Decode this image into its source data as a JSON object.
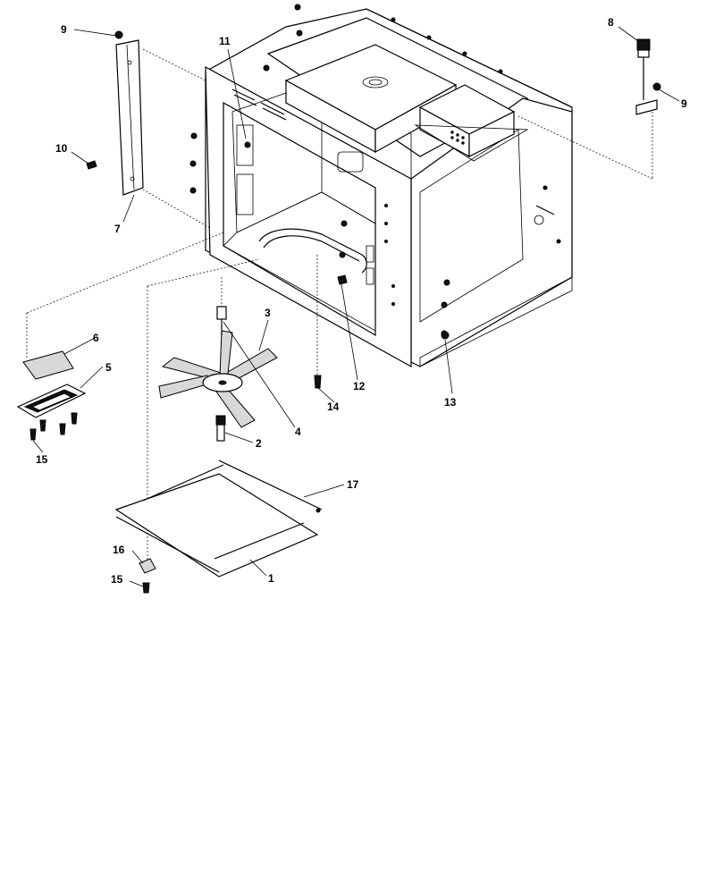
{
  "diagram": {
    "callouts": {
      "c1": "1",
      "c2": "2",
      "c3": "3",
      "c4": "4",
      "c5": "5",
      "c6": "6",
      "c7": "7",
      "c8": "8",
      "c9a": "9",
      "c9b": "9",
      "c10": "10",
      "c11": "11",
      "c12": "12",
      "c13": "13",
      "c14": "14",
      "c15a": "15",
      "c15b": "15",
      "c16": "16",
      "c17": "17"
    }
  }
}
